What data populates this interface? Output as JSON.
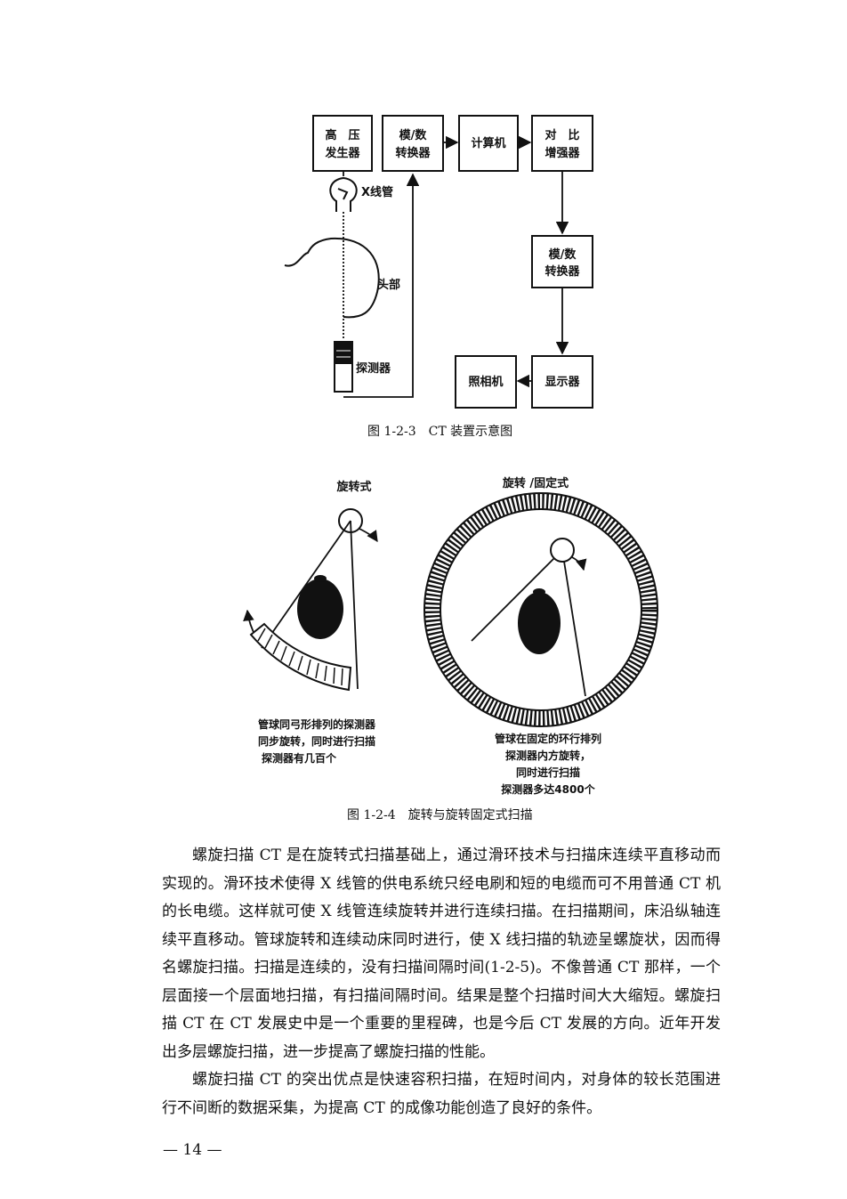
{
  "figure3": {
    "boxes": {
      "hv_line1": "高　压",
      "hv_line2": "发生器",
      "adc1_line1": "模/数",
      "adc1_line2": "转换器",
      "computer": "计算机",
      "contrast_line1": "对　比",
      "contrast_line2": "增强器",
      "adc2_line1": "模/数",
      "adc2_line2": "转换器",
      "display": "显示器",
      "camera": "照相机"
    },
    "labels": {
      "xray_tube": "X线管",
      "head": "头部",
      "detector": "探测器"
    },
    "caption": "图 1-2-3　CT 装置示意图"
  },
  "figure4": {
    "left_title": "旋转式",
    "right_title": "旋转 /固定式",
    "left_note": [
      "管球同弓形排列的探测器",
      "同步旋转，同时进行扫描",
      "探测器有几百个"
    ],
    "right_note": [
      "管球在固定的环行排列",
      "探测器内方旋转，",
      "同时进行扫描",
      "探测器多达4800个"
    ],
    "caption": "图 1-2-4　旋转与旋转固定式扫描"
  },
  "body": {
    "paragraph1": "螺旋扫描 CT 是在旋转式扫描基础上，通过滑环技术与扫描床连续平直移动而实现的。滑环技术使得 X 线管的供电系统只经电刷和短的电缆而可不用普通 CT 机的长电缆。这样就可使 X 线管连续旋转并进行连续扫描。在扫描期间，床沿纵轴连续平直移动。管球旋转和连续动床同时进行，使 X 线扫描的轨迹呈螺旋状，因而得名螺旋扫描。扫描是连续的，没有扫描间隔时间(1-2-5)。不像普通 CT 那样，一个层面接一个层面地扫描，有扫描间隔时间。结果是整个扫描时间大大缩短。螺旋扫描 CT 在 CT 发展史中是一个重要的里程碑，也是今后 CT 发展的方向。近年开发出多层螺旋扫描，进一步提高了螺旋扫描的性能。",
    "paragraph2": "螺旋扫描 CT 的突出优点是快速容积扫描，在短时间内，对身体的较长范围进行不间断的数据采集，为提高 CT 的成像功能创造了良好的条件。"
  },
  "page_number": "— 14 —"
}
